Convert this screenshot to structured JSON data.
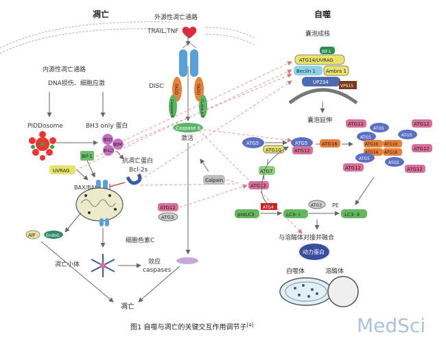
{
  "sections": {
    "apoptosis": "凋亡",
    "autophagy": "自噬",
    "extrinsic": "外源性凋亡通路",
    "intrinsic": "内源性凋亡通路",
    "dna_damage": "DNA损伤、细胞应激"
  },
  "labels": {
    "trail": "TRAIL,TNF",
    "disc": "DISC",
    "fadd": "FADD",
    "caspase8_small": "Caspase 8",
    "caspase8": "Caspase 8",
    "activate": "激活",
    "piddosome": "PIDDosome",
    "bh3": "BH3 only 蛋白",
    "bid": "BID",
    "bim": "BIM",
    "bad": "BAD",
    "bif1_left": "Bif-1",
    "uvrag_left": "UVRAG",
    "anti_apoptotic": "抗凋亡蛋白",
    "bcl2s": "Bcl-2s",
    "baxbak": "BAX/BAK",
    "calpain": "Calpain",
    "atg12_left": "ATG12",
    "atg3_left": "ATG3",
    "aif": "AIF",
    "endog": "EndoG",
    "cytc": "细胞色素C",
    "apoptosome": "凋亡小体",
    "effector1": "效应",
    "effector2": "caspases",
    "apoptosis_end": "凋亡"
  },
  "autophagy": {
    "nucleation": "囊泡成核",
    "bif1": "Bif-1",
    "atg14": "ATG14/UVRAG",
    "beclin1": "Beclin 1",
    "ambra1": "Ambra 1",
    "up234": "UP234",
    "vps15": "VPS15",
    "elongation": "囊泡延伸",
    "atg5": "ATG5",
    "atg10": "ATG10",
    "atg12": "ATG12",
    "atg16": "ATG16",
    "atg7": "ATG7",
    "atg3": "ATG3",
    "prolc3": "proLC3",
    "atg4": "ATG4",
    "lc3i": "LC3- I",
    "lc3ii": "LC3- II",
    "pe": "PE",
    "fusion": "与溶酶体对接并融合",
    "motor": "动力蛋白",
    "autophagosome": "自噬体",
    "lysosome": "溶酶体"
  },
  "caption": "图1   自噬与凋亡的关键交互作用调节子",
  "caption_ref": "[4]",
  "watermark": "MedSci",
  "colors": {
    "blue_pill": "#5b6fc4",
    "yellow_pill": "#e9e36b",
    "pink_pill": "#d8709a",
    "green_pill": "#63b85e",
    "orange_pill": "#e8803a",
    "red_pill": "#d22020"
  }
}
